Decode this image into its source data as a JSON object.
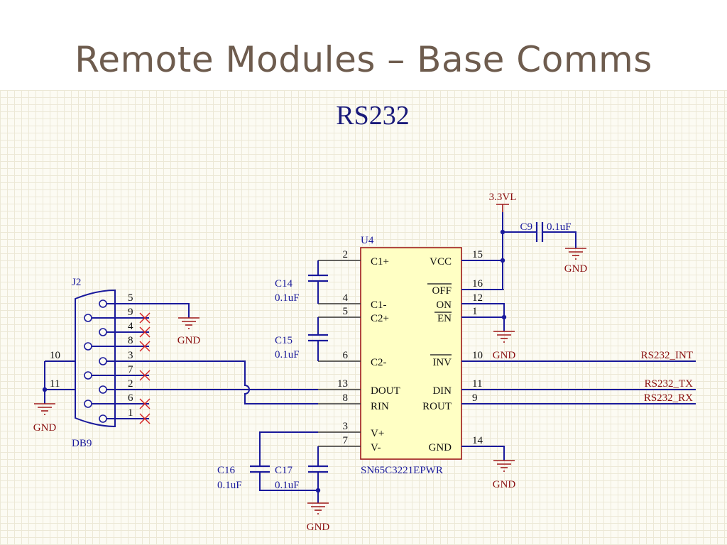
{
  "slide": {
    "title": "Remote Modules – Base Comms"
  },
  "schematic": {
    "title": "RS232",
    "ic": {
      "ref": "U4",
      "part": "SN65C3221EPWR",
      "left_pins": [
        {
          "num": "2",
          "name": "C1+"
        },
        {
          "num": "4",
          "name": "C1-"
        },
        {
          "num": "5",
          "name": "C2+"
        },
        {
          "num": "6",
          "name": "C2-"
        },
        {
          "num": "13",
          "name": "DOUT"
        },
        {
          "num": "8",
          "name": "RIN"
        },
        {
          "num": "3",
          "name": "V+"
        },
        {
          "num": "7",
          "name": "V-"
        }
      ],
      "right_pins": [
        {
          "num": "15",
          "name": "VCC"
        },
        {
          "num": "16",
          "name": "OFF"
        },
        {
          "num": "12",
          "name": "ON"
        },
        {
          "num": "1",
          "name": "EN"
        },
        {
          "num": "10",
          "name": "INV"
        },
        {
          "num": "11",
          "name": "DIN"
        },
        {
          "num": "9",
          "name": "ROUT"
        },
        {
          "num": "14",
          "name": "GND"
        }
      ]
    },
    "connector": {
      "ref": "J2",
      "type": "DB9",
      "pins": [
        "5",
        "9",
        "4",
        "8",
        "3",
        "7",
        "2",
        "6",
        "1"
      ],
      "shell_pins": [
        "10",
        "11"
      ]
    },
    "capacitors": [
      {
        "ref": "C9",
        "value": "0.1uF"
      },
      {
        "ref": "C14",
        "value": "0.1uF"
      },
      {
        "ref": "C15",
        "value": "0.1uF"
      },
      {
        "ref": "C16",
        "value": "0.1uF"
      },
      {
        "ref": "C17",
        "value": "0.1uF"
      }
    ],
    "power": {
      "supply": "3.3VL",
      "ground": "GND"
    },
    "nets": {
      "int": "RS232_INT",
      "tx": "RS232_TX",
      "rx": "RS232_RX"
    }
  }
}
